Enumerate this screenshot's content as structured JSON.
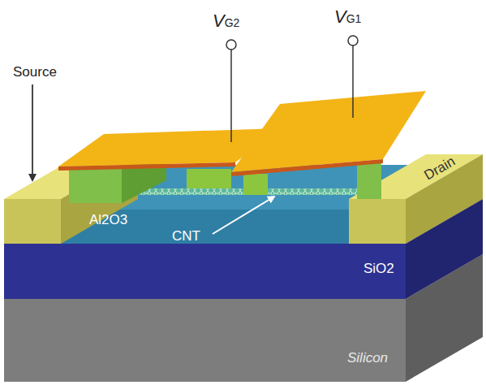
{
  "diagram": {
    "labels": [
      "VG2",
      "VG1",
      "Source",
      "Al2O3",
      "CNT",
      "SiO2",
      "Drain",
      "Silicon"
    ]
  }
}
